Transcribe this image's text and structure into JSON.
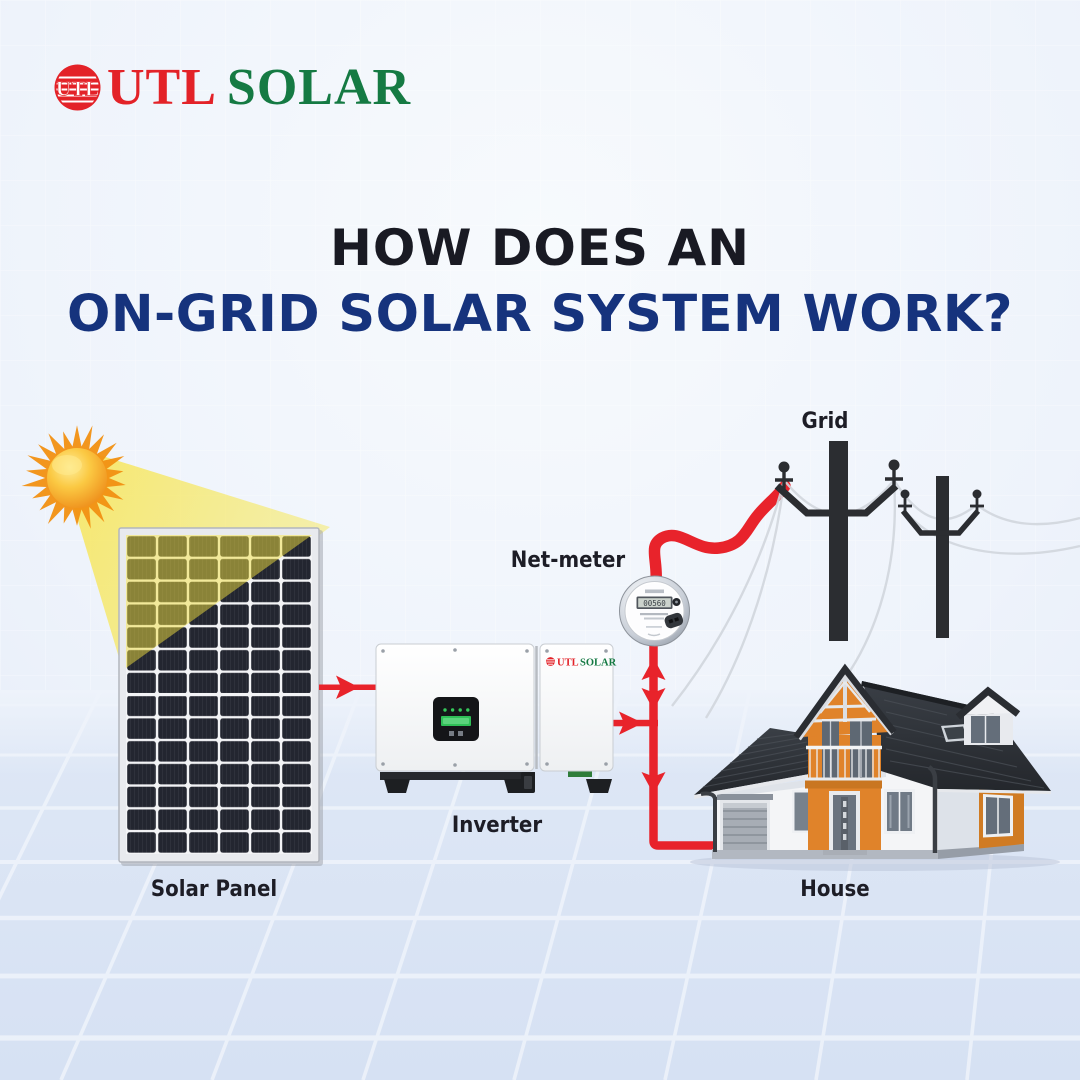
{
  "brand": {
    "emblem_letters": "UTL",
    "name_first": "UTL",
    "name_second": "SOLAR",
    "red": "#e32228",
    "green": "#157a43"
  },
  "title": {
    "line1": "HOW DOES AN",
    "line2": "ON-GRID SOLAR SYSTEM WORK?",
    "line1_color": "#191a23",
    "line2_color": "#16337d"
  },
  "diagram": {
    "labels": {
      "solar_panel": "Solar Panel",
      "inverter": "Inverter",
      "net_meter": "Net-meter",
      "grid": "Grid",
      "house": "House"
    },
    "inverter_brand": {
      "first": "UTL",
      "second": "SOLAR"
    },
    "meter_reading": "00560",
    "flow_color": "#e8232b",
    "components": [
      "sun",
      "solar-panel",
      "inverter",
      "net-meter",
      "grid",
      "house"
    ]
  }
}
